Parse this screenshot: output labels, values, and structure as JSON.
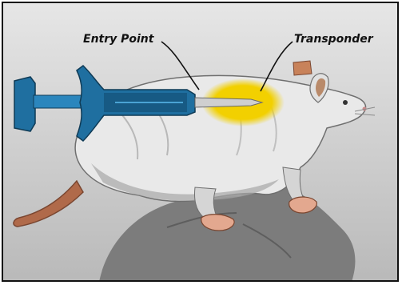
{
  "labels": {
    "entry_point": "Entry Point",
    "transponder": "Transponder"
  },
  "colors": {
    "background_top": "#e6e6e6",
    "background_bottom": "#b9b9b9",
    "rat_body": "#e9e9e9",
    "rat_shadow": "#9a9a9a",
    "tail": "#b06a4a",
    "ear_inner": "#b98a6a",
    "hand": "#7c7c7c",
    "syringe": "#1f6fa0",
    "syringe_dark": "#175a84",
    "transponder_glow": "#f2d000",
    "border": "#111111"
  },
  "icons": [
    "rat-illustration",
    "injector-syringe-icon",
    "hand-icon",
    "transponder-glow-icon"
  ]
}
